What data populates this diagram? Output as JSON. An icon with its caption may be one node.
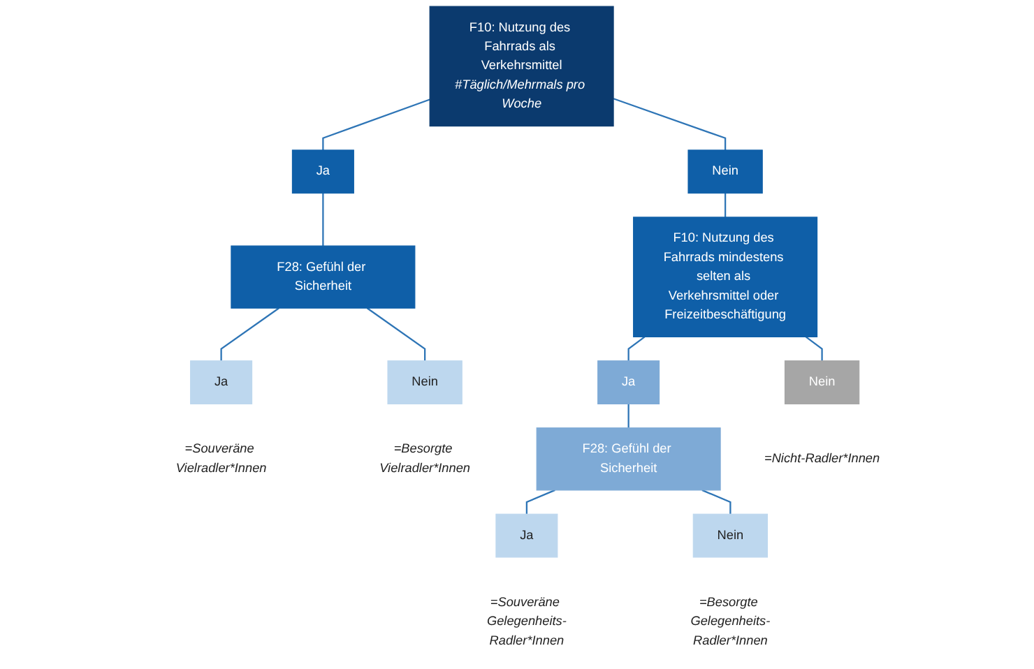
{
  "diagram": {
    "nodes": [
      {
        "text": [
          "F10: Nutzung des Fahrrads als Verkehrsmittel",
          "#Täglich/Mehrmals pro Woche"
        ]
      },
      {
        "text": [
          "Ja"
        ]
      },
      {
        "text": [
          "Nein"
        ]
      },
      {
        "text": [
          "F28: Gefühl der Sicherheit"
        ]
      },
      {
        "text": [
          "F10: Nutzung des Fahrrads mindestens selten als Verkehrsmittel oder Freizeitbeschäftigung"
        ]
      },
      {
        "text": [
          "Ja"
        ],
        "beside": [
          "=Souveräne Vielradler*Innen"
        ]
      },
      {
        "text": [
          "Nein"
        ],
        "beside": [
          "=Besorgte Vielradler*Innen"
        ]
      },
      {
        "text": [
          "Ja"
        ]
      },
      {
        "text": [
          "F28: Gefühl der Sicherheit"
        ]
      },
      {
        "text": [
          "Ja"
        ],
        "beside": [
          "=Souveräne Gelegenheits-Radler*Innen"
        ]
      },
      {
        "text": [
          "Nein"
        ],
        "beside": [
          "=Besorgte Gelegenheits-Radler*Innen"
        ]
      },
      {
        "text": [
          "Nein"
        ],
        "beside": [
          "=Nicht-Radler*Innen"
        ]
      }
    ],
    "edges": [
      {
        "from": 0,
        "to": 1,
        "arrow": "none"
      },
      {
        "from": 0,
        "to": 2,
        "arrow": "none"
      },
      {
        "from": 1,
        "to": 3,
        "arrow": "none"
      },
      {
        "from": 2,
        "to": 4,
        "arrow": "none"
      },
      {
        "from": 3,
        "to": 5,
        "arrow": "none"
      },
      {
        "from": 3,
        "to": 6,
        "arrow": "none"
      },
      {
        "from": 4,
        "to": 7,
        "arrow": "none"
      },
      {
        "from": 4,
        "to": 11,
        "arrow": "none"
      },
      {
        "from": 7,
        "to": 8,
        "arrow": "none"
      },
      {
        "from": 8,
        "to": 9,
        "arrow": "none"
      },
      {
        "from": 8,
        "to": 10,
        "arrow": "none"
      }
    ]
  }
}
